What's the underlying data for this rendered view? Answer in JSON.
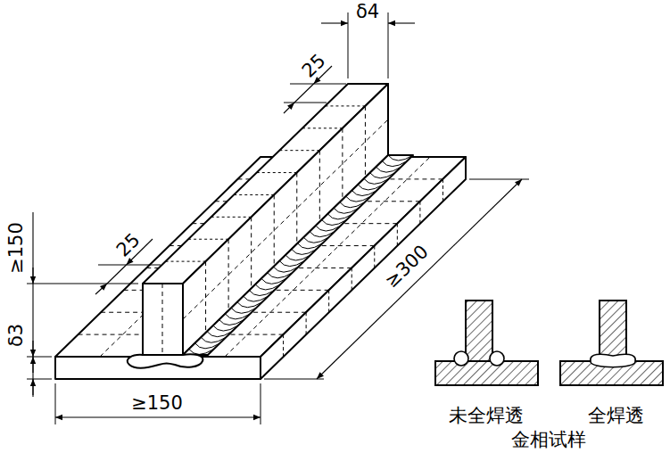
{
  "diagram": {
    "labels": [
      "δ4",
      "25",
      "25",
      "≥150",
      "δ3",
      "≥300",
      "≥150",
      "未全焊透",
      "全焊透",
      "金相试样"
    ]
  }
}
